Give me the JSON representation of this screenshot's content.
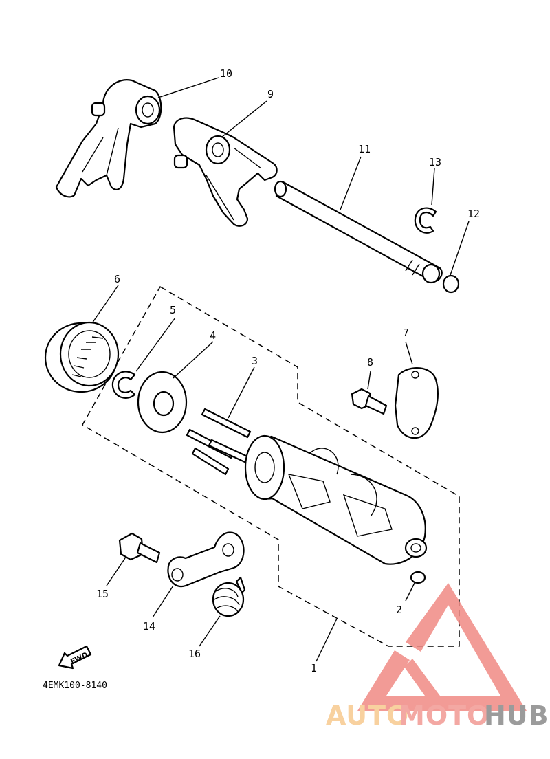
{
  "labels": {
    "p1": "1",
    "p2": "2",
    "p3": "3",
    "p4": "4",
    "p5": "5",
    "p6": "6",
    "p7": "7",
    "p8": "8",
    "p9": "9",
    "p10": "10",
    "p11": "11",
    "p12": "12",
    "p13": "13",
    "p14": "14",
    "p15": "15",
    "p16": "16"
  },
  "fwd_label": "FWD",
  "diagram_code": "4EMK100-8140",
  "watermark": {
    "part1": "AUTO",
    "part2": "MOTO",
    "part3": "HUB",
    "color_auto": "#f7c98f",
    "color_moto": "#f29a94",
    "color_hub": "#8a8a8a",
    "color_logo": "#f08a84"
  }
}
